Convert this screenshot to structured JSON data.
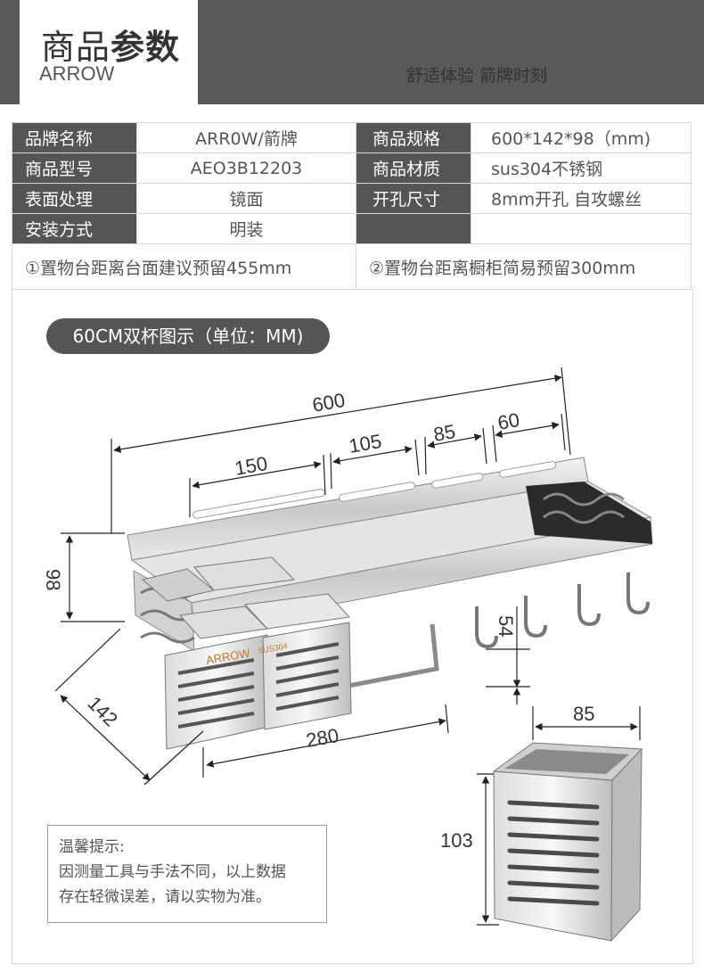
{
  "header": {
    "title_light": "商品",
    "title_bold": "参数",
    "brand": "ARROW",
    "slogan": "舒适体验  箭牌时刻"
  },
  "params": [
    {
      "label": "品牌名称",
      "value": "ARR0W/箭牌",
      "label2": "商品规格",
      "value2": "600*142*98（mm)"
    },
    {
      "label": "商品型号",
      "value": "AEO3B12203",
      "label2": "商品材质",
      "value2": "sus304不锈钢"
    },
    {
      "label": "表面处理",
      "value": "镜面",
      "label2": "开孔尺寸",
      "value2": "8mm开孔 自攻螺丝"
    },
    {
      "label": "安装方式",
      "value": "明装"
    }
  ],
  "notes": {
    "note1": "①置物台距离台面建议预留455mm",
    "note2": "②置物台距离橱柜简易预留300mm"
  },
  "diagram": {
    "pill": "60CM双杯图示（单位：MM)",
    "dims": {
      "total": "600",
      "d150": "150",
      "d105": "105",
      "d85": "85",
      "d60": "60",
      "d98": "98",
      "d54": "54",
      "d142": "142",
      "d280": "280",
      "cup_w": "85",
      "cup_h": "103"
    },
    "cup_logo": "ARROW",
    "cup_logo2": "SUS304"
  },
  "tip": {
    "title": "温馨提示:",
    "line1": "因测量工具与手法不同，以上数据",
    "line2": "存在轻微误差，请以实物为准。"
  }
}
